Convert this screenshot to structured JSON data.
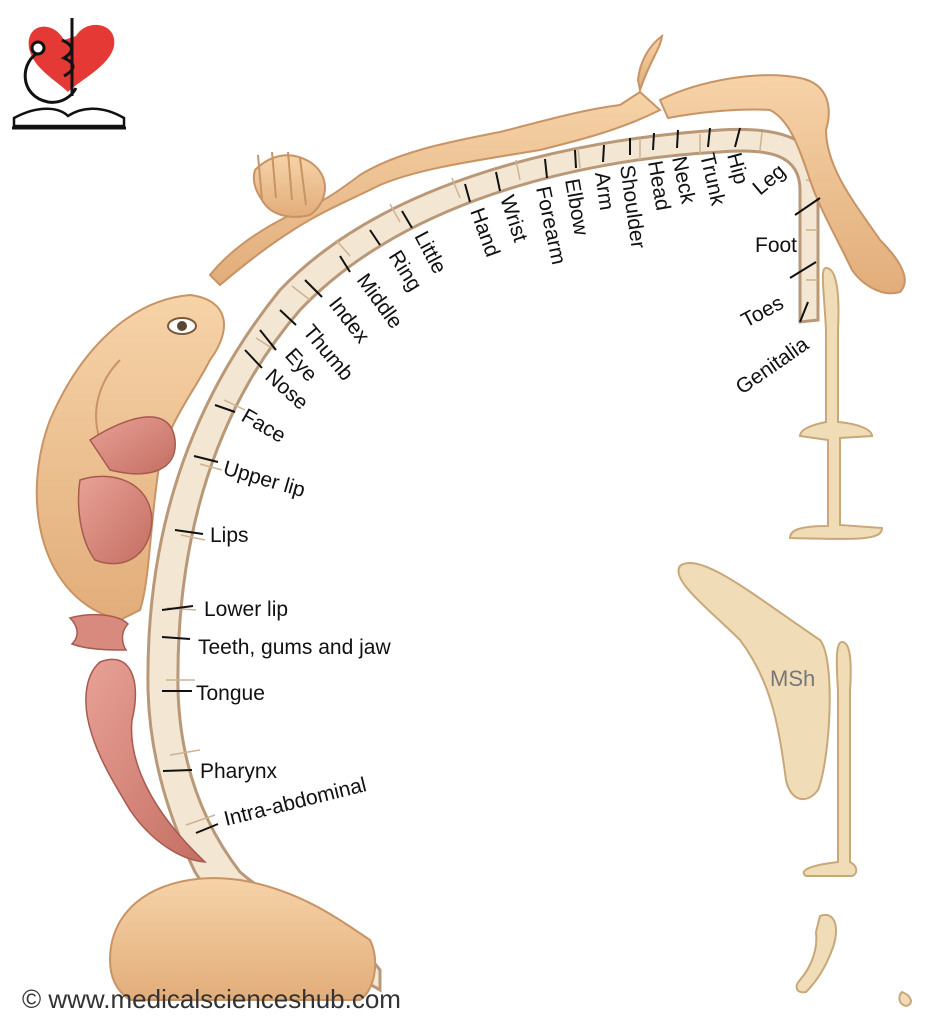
{
  "diagram": {
    "regions": {
      "genitalia": "Genitalia",
      "toes": "Toes",
      "foot": "Foot",
      "leg": "Leg",
      "hip": "Hip",
      "trunk": "Trunk",
      "neck": "Neck",
      "head": "Head",
      "shoulder": "Shoulder",
      "arm": "Arm",
      "elbow": "Elbow",
      "forearm": "Forearm",
      "wrist": "Wrist",
      "hand": "Hand",
      "little": "Little",
      "ring": "Ring",
      "middle": "Middle",
      "index": "Index",
      "thumb": "Thumb",
      "eye": "Eye",
      "nose": "Nose",
      "face": "Face",
      "upper_lip": "Upper lip",
      "lips": "Lips",
      "lower_lip": "Lower lip",
      "teeth": "Teeth, gums and jaw",
      "tongue": "Tongue",
      "pharynx": "Pharynx",
      "intra_abdominal": "Intra-abdominal"
    },
    "brain_label": "MSh"
  },
  "footer": {
    "credit": "© www.medicalscienceshub.com"
  },
  "colors": {
    "skin": "#f1c89a",
    "cortex": "#f3e6d2",
    "cortex_edge": "#b99878",
    "lips": "#d98a7e",
    "bone": "#f0ddb8"
  }
}
